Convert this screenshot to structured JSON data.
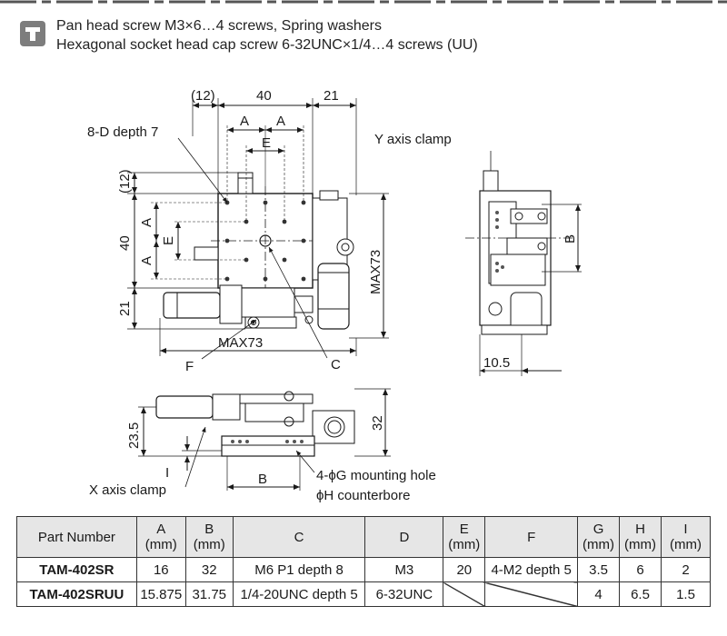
{
  "notes": {
    "icon": "screw-icon",
    "line1": "Pan head screw M3×6…4 screws, Spring washers",
    "line2": "Hexagonal socket head cap screw 6-32UNC×1/4…4 screws (UU)"
  },
  "drawing": {
    "dims_top": {
      "left_paren": "(12)",
      "width": "40",
      "right": "21"
    },
    "a_label": "A",
    "e_label": "E",
    "b_label": "B",
    "depth_label": "8-D depth 7",
    "left_dims": {
      "top_paren": "(12)",
      "height": "40",
      "bottom": "21"
    },
    "max73_h": "MAX73",
    "max73_v": "MAX73",
    "f_label": "F",
    "c_label": "C",
    "y_clamp": "Y axis clamp",
    "side_b": "B",
    "dim_10_5": "10.5",
    "front_23_5": "23.5",
    "front_32": "32",
    "front_i": "I",
    "front_b": "B",
    "x_clamp": "X axis clamp",
    "mounting": "4-ϕG  mounting hole",
    "counterbore": "ϕH counterbore"
  },
  "table": {
    "headers": [
      {
        "label": "Part Number",
        "unit": ""
      },
      {
        "label": "A",
        "unit": "(mm)"
      },
      {
        "label": "B",
        "unit": "(mm)"
      },
      {
        "label": "C",
        "unit": ""
      },
      {
        "label": "D",
        "unit": ""
      },
      {
        "label": "E",
        "unit": "(mm)"
      },
      {
        "label": "F",
        "unit": ""
      },
      {
        "label": "G",
        "unit": "(mm)"
      },
      {
        "label": "H",
        "unit": "(mm)"
      },
      {
        "label": "I",
        "unit": "(mm)"
      }
    ],
    "rows": [
      [
        "TAM-402SR",
        "16",
        "32",
        "M6 P1 depth 8",
        "M3",
        "20",
        "4-M2 depth 5",
        "3.5",
        "6",
        "2"
      ],
      [
        "TAM-402SRUU",
        "15.875",
        "31.75",
        "1/4-20UNC depth 5",
        "6-32UNC",
        "",
        "",
        "4",
        "6.5",
        "1.5"
      ]
    ]
  }
}
